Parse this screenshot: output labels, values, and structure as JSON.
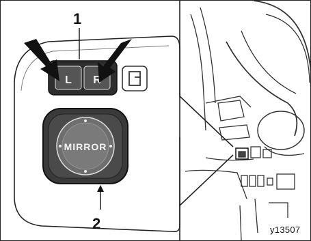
{
  "callouts": {
    "one": "1",
    "two": "2"
  },
  "switch_labels": {
    "left": "L",
    "right": "R",
    "mirror": "MIRROR"
  },
  "figure_code": "y13507",
  "colors": {
    "ink": "#111111",
    "knob_outer": "#3a3a3a",
    "knob_inner": "#6e6e6e"
  },
  "icons": [
    "arrow-left-icon",
    "arrow-right-icon",
    "fold-mirror-icon"
  ]
}
